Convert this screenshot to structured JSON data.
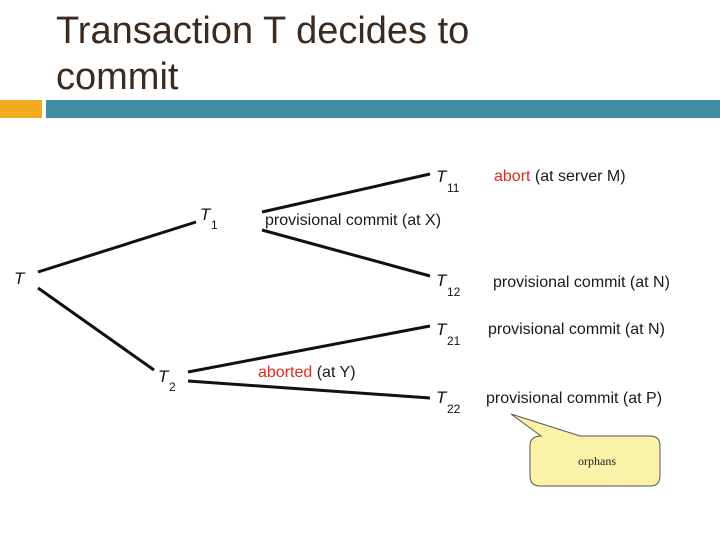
{
  "slide": {
    "title_line1": "Transaction T decides to",
    "title_line2": "commit"
  },
  "diagram": {
    "root": {
      "letter": "T"
    },
    "t1": {
      "letter": "T",
      "sub": "1",
      "label": "provisional commit (at X)"
    },
    "t2": {
      "letter": "T",
      "sub": "2",
      "label_red": "aborted",
      "label_rest": " (at Y)"
    },
    "t11": {
      "letter": "T",
      "sub": "11",
      "label_red": "abort",
      "label_rest": " (at server M)"
    },
    "t12": {
      "letter": "T",
      "sub": "12",
      "label": "provisional commit (at N)"
    },
    "t21": {
      "letter": "T",
      "sub": "21",
      "label": "provisional commit (at N)"
    },
    "t22": {
      "letter": "T",
      "sub": "22",
      "label": "provisional commit (at P)"
    },
    "callout": {
      "text": "orphans"
    },
    "colors": {
      "edge": "#111111",
      "abort_text": "#e02a1c",
      "callout_fill": "#fbf2a8",
      "callout_stroke": "#555555"
    }
  }
}
